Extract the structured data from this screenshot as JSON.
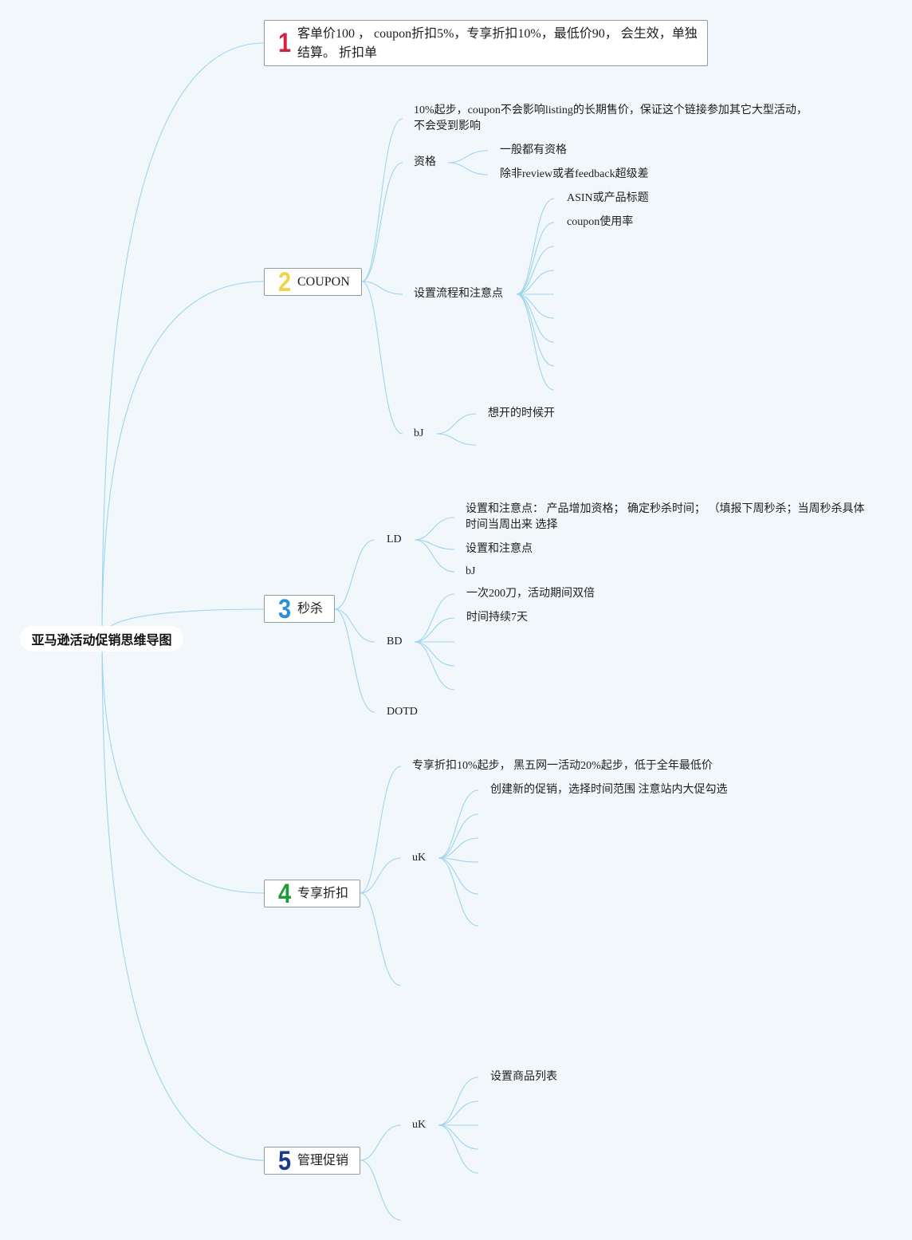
{
  "theme": {
    "background": "#f1f7fa",
    "branch_line_color": "#9ed5ec",
    "topic_border_color": "#8b9d9e"
  },
  "root": {
    "title": "亚马逊活动促销思维导图"
  },
  "topics": [
    {
      "marker": "1",
      "marker_color": "#d4213d",
      "title": "客单价100 ， coupon折扣5%，专享折扣10%，最低价90， 会生效，单独结算。 折扣单"
    },
    {
      "marker": "2",
      "marker_color": "#f2d24b",
      "title": "COUPON",
      "children": [
        {
          "text": "10%起步，coupon不会影响listing的长期售价，保证这个链接参加其它大型活动，不会受到影响"
        },
        {
          "text": "资格",
          "children": [
            {
              "text": "一般都有资格"
            },
            {
              "text": "除非review或者feedback超级差"
            }
          ]
        },
        {
          "text": "设置流程和注意点",
          "children": [
            {
              "text": "ASIN或产品标题"
            },
            {
              "text": "coupon使用率"
            }
          ]
        },
        {
          "text": "bJ",
          "children": [
            {
              "text": "想开的时候开"
            }
          ]
        }
      ]
    },
    {
      "marker": "3",
      "marker_color": "#2a8fd5",
      "title": "秒杀",
      "children": [
        {
          "text": "LD",
          "children": [
            {
              "text": "设置和注意点： 产品增加资格； 确定秒杀时间； （填报下周秒杀；当周秒杀具体时间当周出来 选择"
            },
            {
              "text": "设置和注意点"
            },
            {
              "text": "bJ"
            }
          ]
        },
        {
          "text": "BD",
          "children": [
            {
              "text": "一次200刀，活动期间双倍"
            },
            {
              "text": "时间持续7天"
            }
          ]
        },
        {
          "text": "DOTD"
        }
      ]
    },
    {
      "marker": "4",
      "marker_color": "#1e9a37",
      "title": "专享折扣",
      "children": [
        {
          "text": "专享折扣10%起步， 黑五网一活动20%起步，低于全年最低价"
        },
        {
          "text": "uK",
          "children": [
            {
              "text": "创建新的促销，选择时间范围 注意站内大促勾选"
            }
          ]
        }
      ]
    },
    {
      "marker": "5",
      "marker_color": "#1c3a8a",
      "title": "管理促销",
      "children": [
        {
          "text": "uK",
          "children": [
            {
              "text": "设置商品列表"
            }
          ]
        }
      ]
    }
  ]
}
